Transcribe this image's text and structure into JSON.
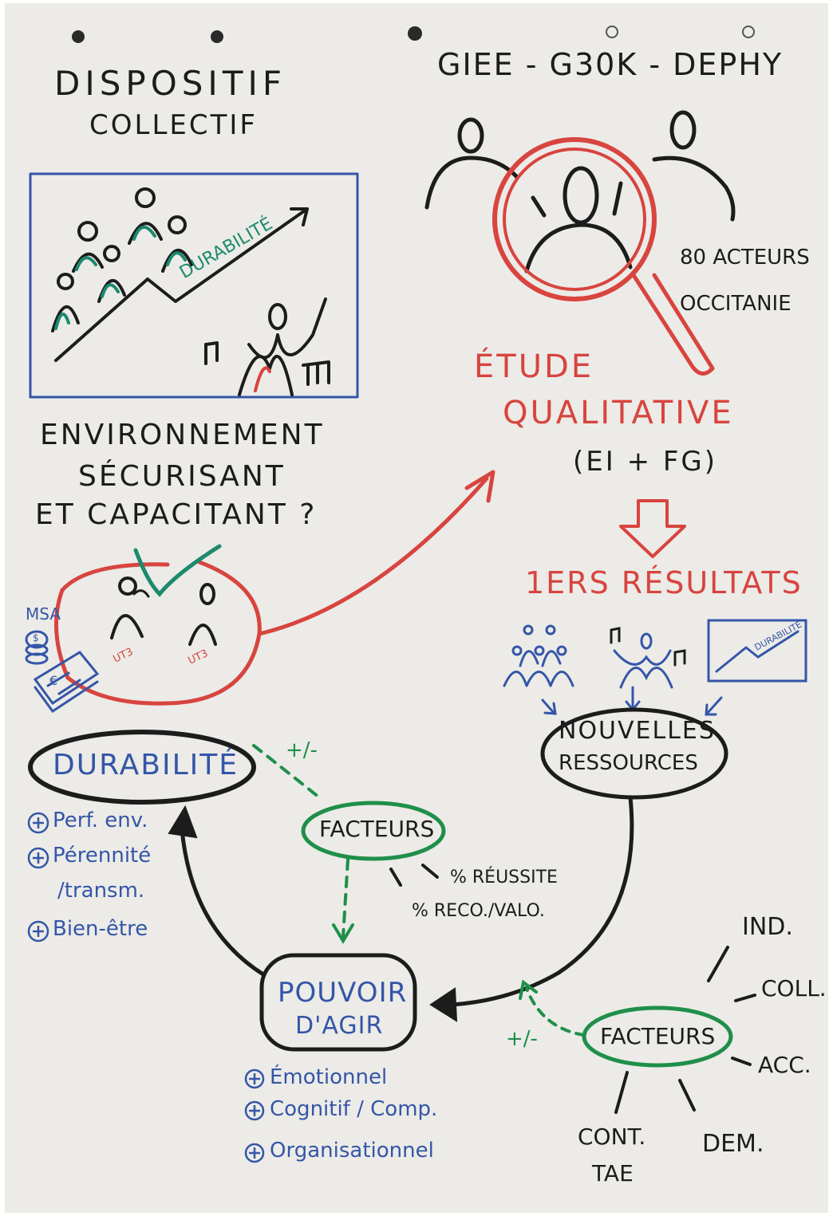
{
  "top_left": {
    "title_line1": "DISPOSITIF",
    "title_line2": "COLLECTIF",
    "box_label": "DURABILITÉ",
    "question_line1": "ENVIRONNEMENT",
    "question_line2": "SÉCURISANT",
    "question_line3": "ET CAPACITANT ?"
  },
  "top_right": {
    "title": "GIEE - G30K - DEPHY",
    "actors_line1": "80 ACTEURS",
    "actors_line2": "OCCITANIE",
    "study_line1": "ÉTUDE",
    "study_line2": "QUALITATIVE",
    "study_line3": "(EI + FG)",
    "results": "1ERS RÉSULTATS",
    "mini_box_label": "DURABILITÉ"
  },
  "partners": {
    "msa": "MSA",
    "ut3_left": "UT3",
    "ut3_right": "UT3",
    "euro": "€",
    "dollar": "$"
  },
  "cycle": {
    "durabilite": "DURABILITÉ",
    "durabilite_items": [
      "Perf. env.",
      "Pérennité",
      "/transm.",
      "Bien-être"
    ],
    "facteurs_top": "FACTEURS",
    "pm_top": "+/-",
    "reussite": "% RÉUSSITE",
    "reco": "% RECO./VALO.",
    "nouvelles_line1": "NOUVELLES",
    "nouvelles_line2": "RESSOURCES",
    "pouvoir_line1": "POUVOIR",
    "pouvoir_line2": "D'AGIR",
    "pouvoir_items": [
      "Émotionnel",
      "Cognitif / Comp.",
      "Organisationnel"
    ],
    "facteurs_bottom": "FACTEURS",
    "pm_bottom": "+/-",
    "branches": [
      "IND.",
      "COLL.",
      "ACC.",
      "CONT.",
      "TAE",
      "DEM."
    ]
  },
  "colors": {
    "black": "#1c1c1c",
    "red": "#d8443f",
    "blue": "#3456a8",
    "teal": "#1c8a6e",
    "green": "#1f8f4a"
  }
}
